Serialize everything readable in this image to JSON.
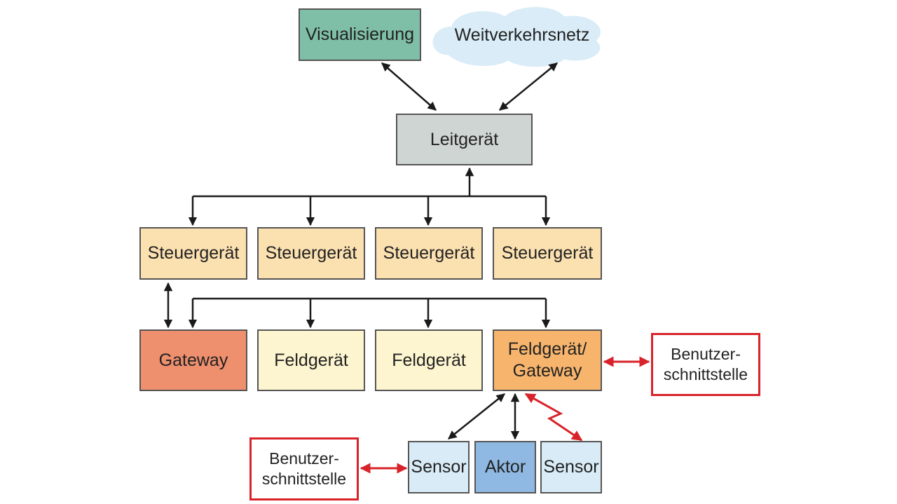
{
  "nodes": {
    "visualisierung": "Visualisierung",
    "weitverkehrsnetz": "Weitverkehrsnetz",
    "leitgeraet": "Leitgerät",
    "steuergeraet_1": "Steuergerät",
    "steuergeraet_2": "Steuergerät",
    "steuergeraet_3": "Steuergerät",
    "steuergeraet_4": "Steuergerät",
    "gateway": "Gateway",
    "feldgeraet_1": "Feldgerät",
    "feldgeraet_2": "Feldgerät",
    "feldgeraet_gateway_line1": "Feldgerät/",
    "feldgeraet_gateway_line2": "Gateway",
    "benutzerschnittstelle_right_line1": "Benutzer-",
    "benutzerschnittstelle_right_line2": "schnittstelle",
    "benutzerschnittstelle_left_line1": "Benutzer-",
    "benutzerschnittstelle_left_line2": "schnittstelle",
    "sensor_1": "Sensor",
    "aktor": "Aktor",
    "sensor_2": "Sensor"
  },
  "colors": {
    "visualisierung": "#7fbfa8",
    "cloud": "#d9ecf7",
    "leitgeraet": "#cfd5d2",
    "steuergeraet": "#fbe0b0",
    "gateway": "#ee8f6e",
    "feldgeraet": "#fdf5cf",
    "feldgeraet_gateway": "#f7b46c",
    "sensor": "#d8ebf6",
    "aktor": "#8fb9e2",
    "link": "#1a1a1a",
    "user_link": "#d8232a"
  }
}
